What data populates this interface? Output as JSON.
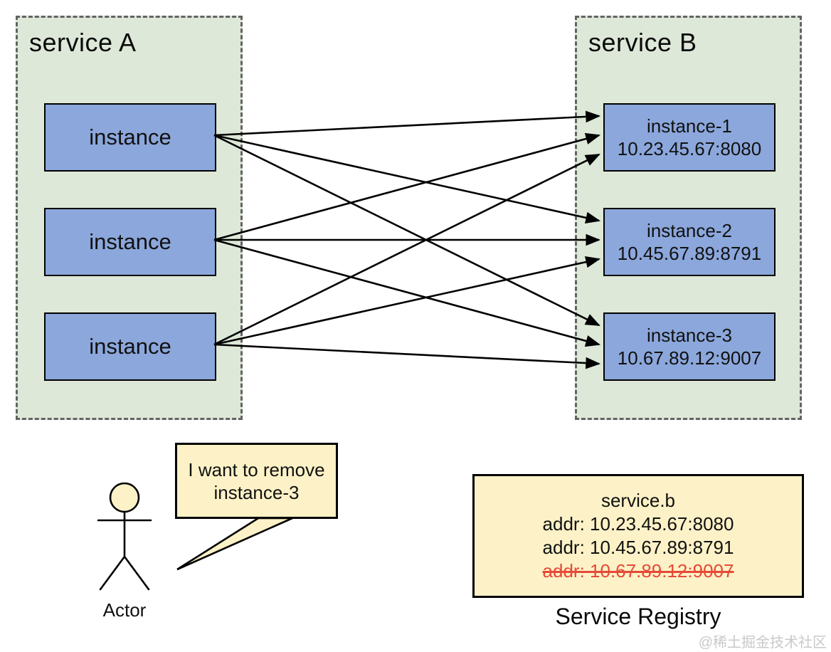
{
  "service_a": {
    "title": "service A",
    "instances": [
      {
        "label": "instance"
      },
      {
        "label": "instance"
      },
      {
        "label": "instance"
      }
    ]
  },
  "service_b": {
    "title": "service B",
    "instances": [
      {
        "name": "instance-1",
        "addr": "10.23.45.67:8080"
      },
      {
        "name": "instance-2",
        "addr": "10.45.67.89:8791"
      },
      {
        "name": "instance-3",
        "addr": "10.67.89.12:9007"
      }
    ]
  },
  "connections": [
    {
      "from": 0,
      "to": 0
    },
    {
      "from": 0,
      "to": 1
    },
    {
      "from": 0,
      "to": 2
    },
    {
      "from": 1,
      "to": 0
    },
    {
      "from": 1,
      "to": 1
    },
    {
      "from": 1,
      "to": 2
    },
    {
      "from": 2,
      "to": 0
    },
    {
      "from": 2,
      "to": 1
    },
    {
      "from": 2,
      "to": 2
    }
  ],
  "actor": {
    "label": "Actor",
    "speech_line1": "I want to remove",
    "speech_line2": "instance-3"
  },
  "registry": {
    "caption": "Service Registry",
    "service_name": "service.b",
    "entries": [
      {
        "text": "addr: 10.23.45.67:8080",
        "removed": false
      },
      {
        "text": "addr: 10.45.67.89:8791",
        "removed": false
      },
      {
        "text": "addr: 10.67.89.12:9007",
        "removed": true
      }
    ]
  },
  "watermark": "@稀土掘金技术社区",
  "colors": {
    "container_fill": "#dde8d8",
    "container_border": "#636363",
    "node_fill": "#8ba7dc",
    "note_fill": "#fdf2c7",
    "removed_text": "#e64a38",
    "line": "#000000"
  }
}
